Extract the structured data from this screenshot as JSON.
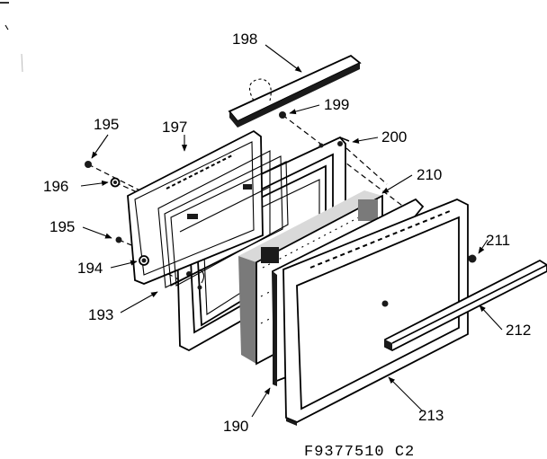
{
  "callouts": {
    "p198": "198",
    "p199": "199",
    "p200": "200",
    "p195a": "195",
    "p197": "197",
    "p196": "196",
    "p210": "210",
    "p195b": "195",
    "p211": "211",
    "p194": "194",
    "p193": "193",
    "p212": "212",
    "p190": "190",
    "p213": "213"
  },
  "drawing_code": "F9377510 C2"
}
